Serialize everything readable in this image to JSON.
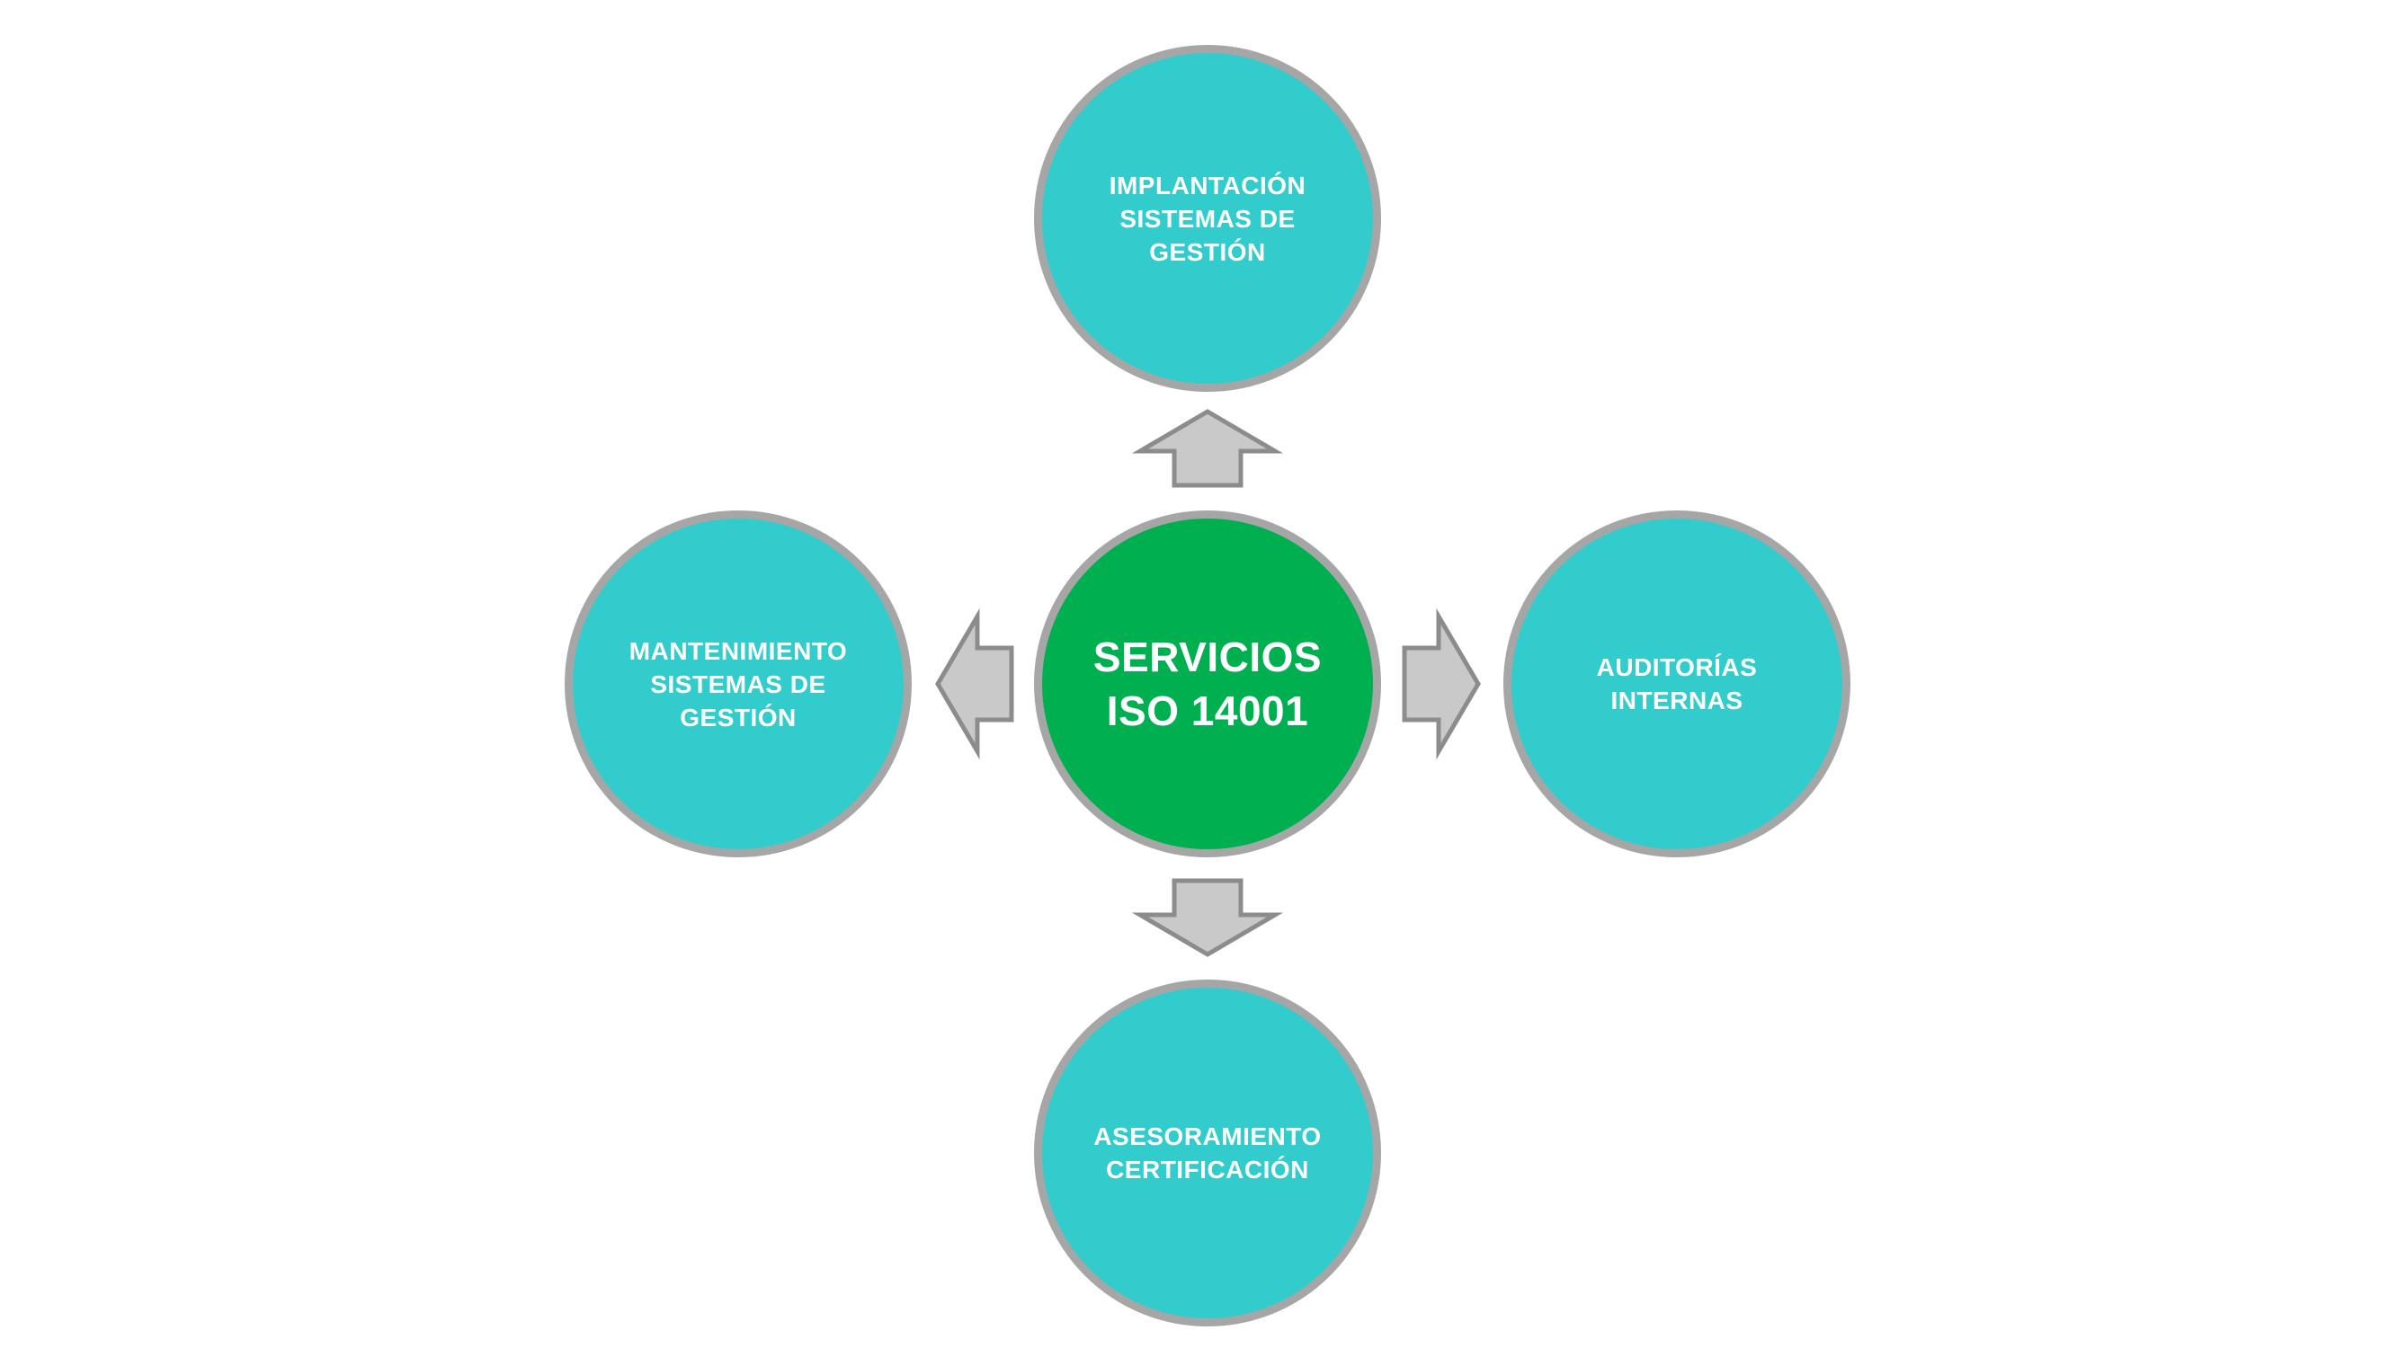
{
  "diagram": {
    "center": {
      "label": "SERVICIOS\nISO 14001"
    },
    "top": {
      "label": "IMPLANTACIÓN\nSISTEMAS DE\nGESTIÓN"
    },
    "left": {
      "label": "MANTENIMIENTO\nSISTEMAS DE\nGESTIÓN"
    },
    "right": {
      "label": "AUDITORÍAS\nINTERNAS"
    },
    "bottom": {
      "label": "ASESORAMIENTO\nCERTIFICACIÓN"
    }
  },
  "colors": {
    "center_fill": "#00b050",
    "node_fill": "#33cccc",
    "node_border": "#a6a6a6",
    "arrow_fill": "#c9c9c9",
    "arrow_stroke": "#8c8c8c",
    "text": "#ffffff"
  },
  "icons": [
    "arrow-up-icon",
    "arrow-down-icon",
    "arrow-left-icon",
    "arrow-right-icon"
  ]
}
